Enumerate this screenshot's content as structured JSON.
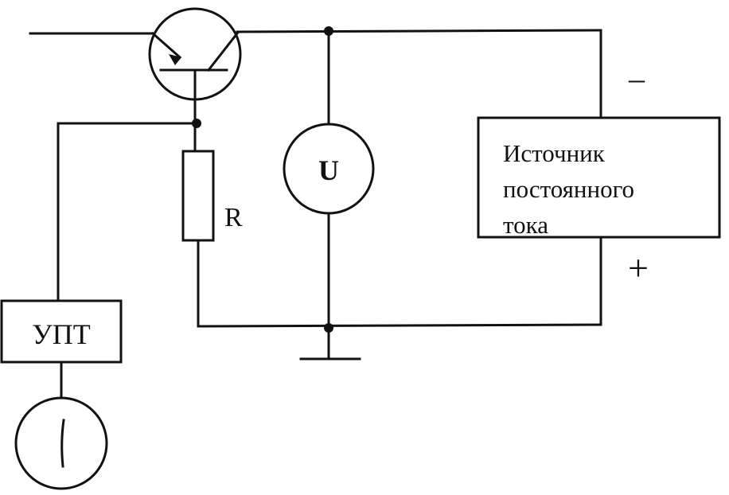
{
  "labels": {
    "resistor": "R",
    "voltmeter": "U",
    "amplifier": "УПТ",
    "source_line1": "Источник",
    "source_line2": "постоянного",
    "source_line3": "тока",
    "minus": "–",
    "plus": "+"
  },
  "colors": {
    "line": "#111111",
    "background": "#ffffff"
  }
}
